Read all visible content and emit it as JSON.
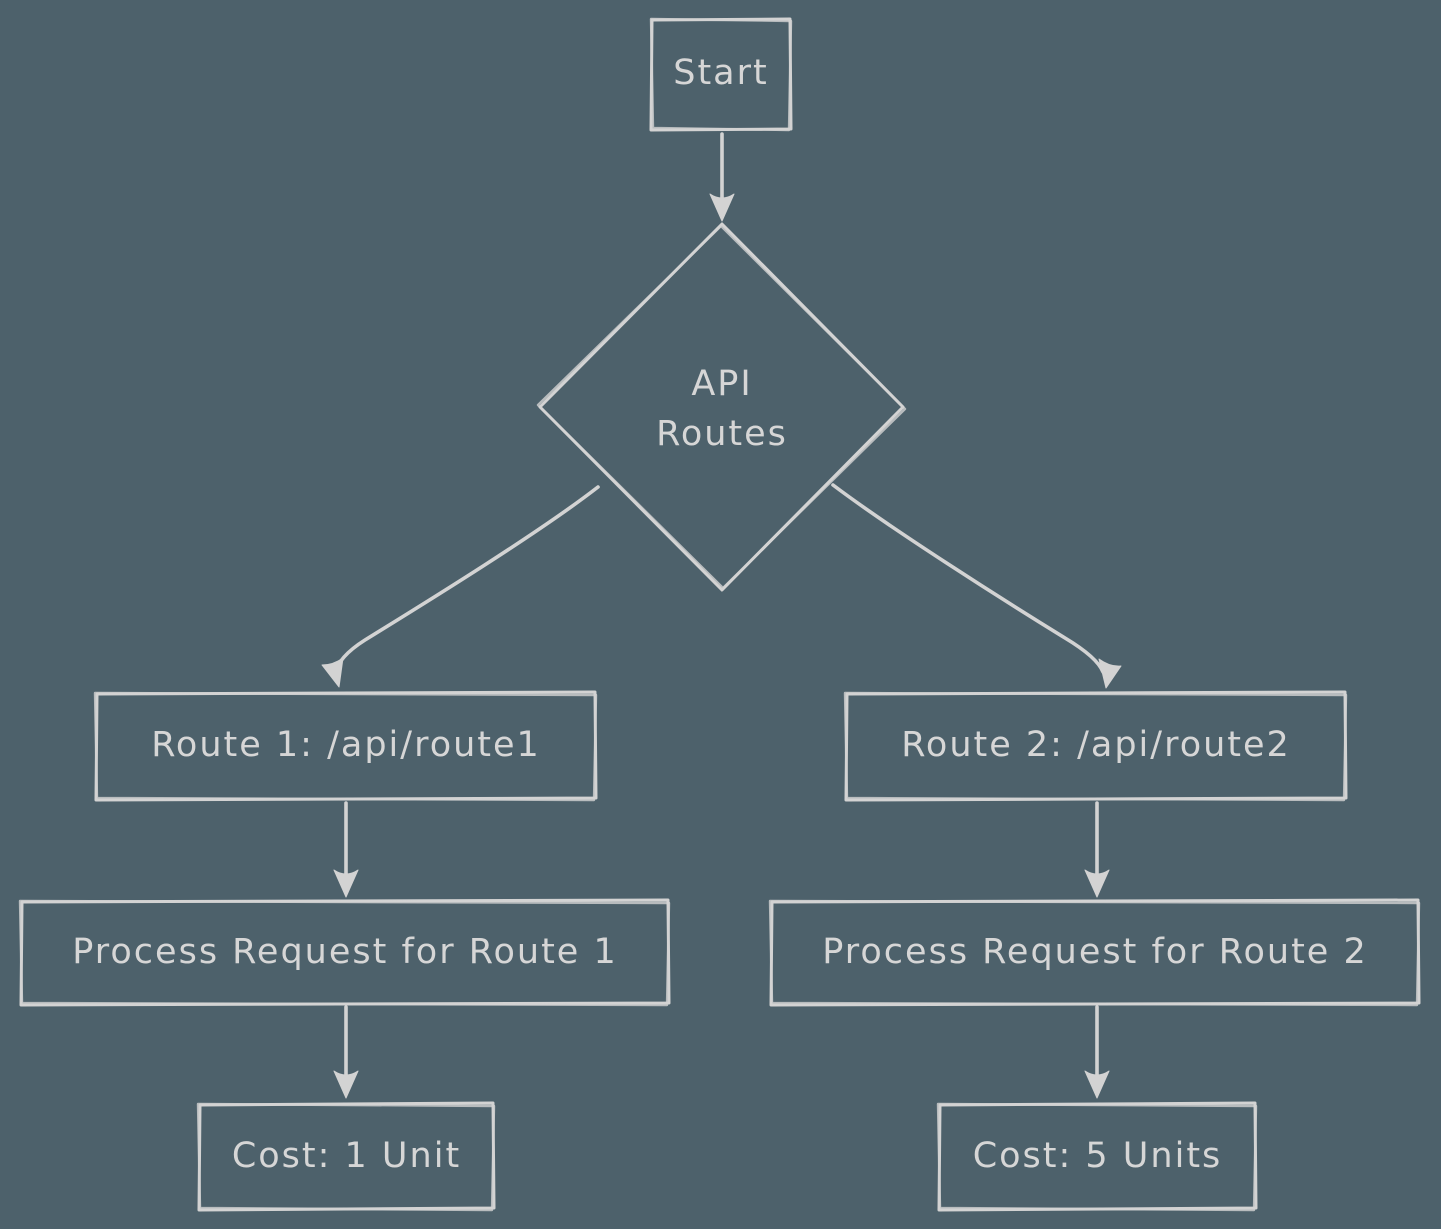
{
  "diagram": {
    "type": "flowchart",
    "style": "hand-drawn",
    "colors": {
      "background": "#4d616b",
      "stroke": "#d3d3d3",
      "text": "#d6d6d6"
    },
    "nodes": {
      "start": {
        "label": "Start",
        "shape": "rectangle"
      },
      "api_routes": {
        "label": "API Routes",
        "lines": [
          "API",
          "Routes"
        ],
        "shape": "diamond"
      },
      "route1": {
        "label": "Route 1: /api/route1",
        "shape": "rectangle"
      },
      "route2": {
        "label": "Route 2: /api/route2",
        "shape": "rectangle"
      },
      "process1": {
        "label": "Process Request for Route 1",
        "shape": "rectangle"
      },
      "process2": {
        "label": "Process Request for Route 2",
        "shape": "rectangle"
      },
      "cost1": {
        "label": "Cost: 1 Unit",
        "shape": "rectangle"
      },
      "cost2": {
        "label": "Cost: 5 Units",
        "shape": "rectangle"
      }
    },
    "edges": [
      {
        "from": "start",
        "to": "api_routes"
      },
      {
        "from": "api_routes",
        "to": "route1"
      },
      {
        "from": "api_routes",
        "to": "route2"
      },
      {
        "from": "route1",
        "to": "process1"
      },
      {
        "from": "route2",
        "to": "process2"
      },
      {
        "from": "process1",
        "to": "cost1"
      },
      {
        "from": "process2",
        "to": "cost2"
      }
    ]
  }
}
